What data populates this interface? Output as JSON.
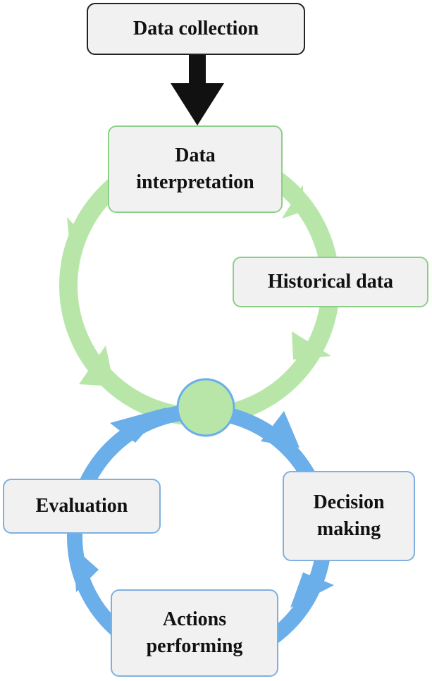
{
  "nodes": {
    "collection": "Data collection",
    "interpretation": [
      "Data",
      "interpretation"
    ],
    "historical": "Historical data",
    "decision": [
      "Decision",
      "making"
    ],
    "evaluation": "Evaluation",
    "actions": [
      "Actions",
      "performing"
    ]
  },
  "colors": {
    "green_loop": "#b8e6a8",
    "blue_loop": "#6aaeea",
    "center_fill": "#b8e6a8",
    "center_border": "#6aaeea",
    "down_arrow": "#111111"
  }
}
